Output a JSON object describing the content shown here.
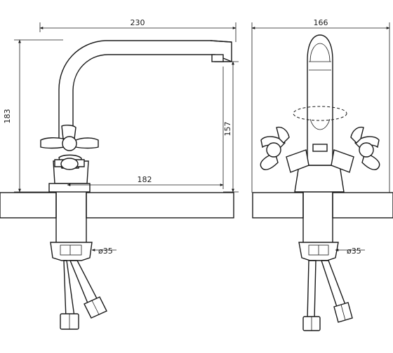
{
  "dimensions": {
    "side_view": {
      "spout_reach": "230",
      "total_height": "183",
      "spout_height": "157",
      "spout_offset": "182",
      "hose_diameter": "ø35"
    },
    "front_view": {
      "handle_span": "166",
      "hose_diameter": "ø35"
    }
  },
  "colors": {
    "line": "#1a1a1a",
    "background": "#ffffff"
  }
}
